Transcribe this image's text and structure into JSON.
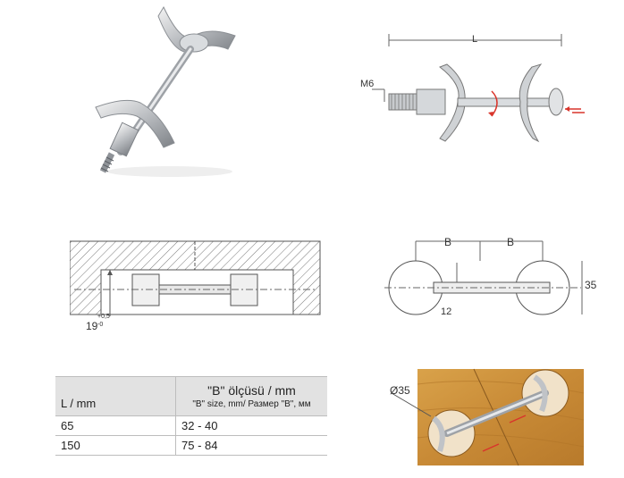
{
  "figures": {
    "top_right": {
      "length_label": "L",
      "thread_label": "M6"
    },
    "section": {
      "depth_value": "19",
      "tol_plus": "+0,5",
      "tol_minus": "-0"
    },
    "plan": {
      "b_left": "B",
      "b_right": "B",
      "height": "35",
      "small": "12"
    },
    "photo": {
      "diameter": "Ø35"
    }
  },
  "table": {
    "col1_header": "L / mm",
    "col2_header_line1": "\"B\" ölçüsü / mm",
    "col2_header_line2": "\"B\" size, mm/ Размер \"B\", мм",
    "rows": [
      {
        "l": "65",
        "b": "32 - 40"
      },
      {
        "l": "150",
        "b": "75 - 84"
      }
    ]
  }
}
